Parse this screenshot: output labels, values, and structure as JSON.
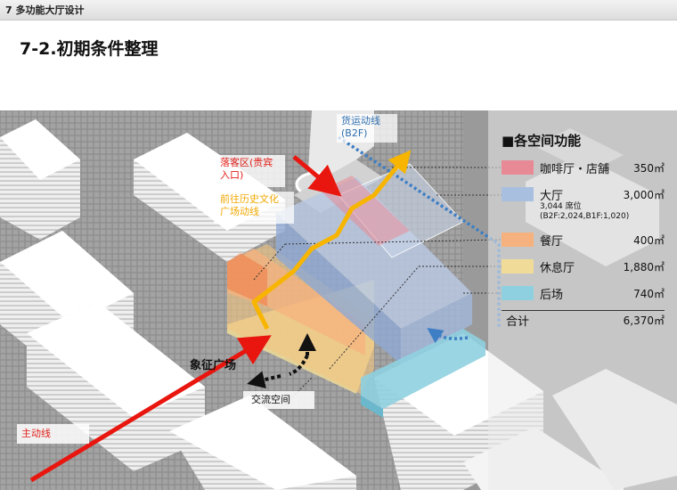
{
  "header": {
    "section": "7 多功能大厅设计"
  },
  "page_title": "7-2.初期条件整理",
  "diagram": {
    "labels": {
      "dropoff_line1": "落客区(贵宾",
      "dropoff_line2": "入口)",
      "history_line1": "前往历史文化",
      "history_line2": "广场动线",
      "freight_line1": "货运动线",
      "freight_line2": "(B2F)",
      "plaza": "象征广场",
      "exchange": "交流空间",
      "main_route": "主动线"
    },
    "colors": {
      "main_route": "#e8160e",
      "history_route": "#f7b500",
      "freight_route": "#3e7ec4"
    }
  },
  "legend": {
    "title": "■各空间功能",
    "items": [
      {
        "name": "咖啡厅・店舗",
        "area": "350㎡",
        "color": "#e88a96"
      },
      {
        "name": "大厅",
        "area": "3,000㎡",
        "color": "#a9bfe0",
        "note_1": "3,044 席位",
        "note_2": "(B2F:2,024,B1F:1,020)"
      },
      {
        "name": "餐厅",
        "area": "400㎡",
        "color": "#f6b27e"
      },
      {
        "name": "休息厅",
        "area": "1,880㎡",
        "color": "#f0dc98"
      },
      {
        "name": "后场",
        "area": "740㎡",
        "color": "#8fd0e0"
      }
    ],
    "total_label": "合计",
    "total_area": "6,370㎡"
  }
}
